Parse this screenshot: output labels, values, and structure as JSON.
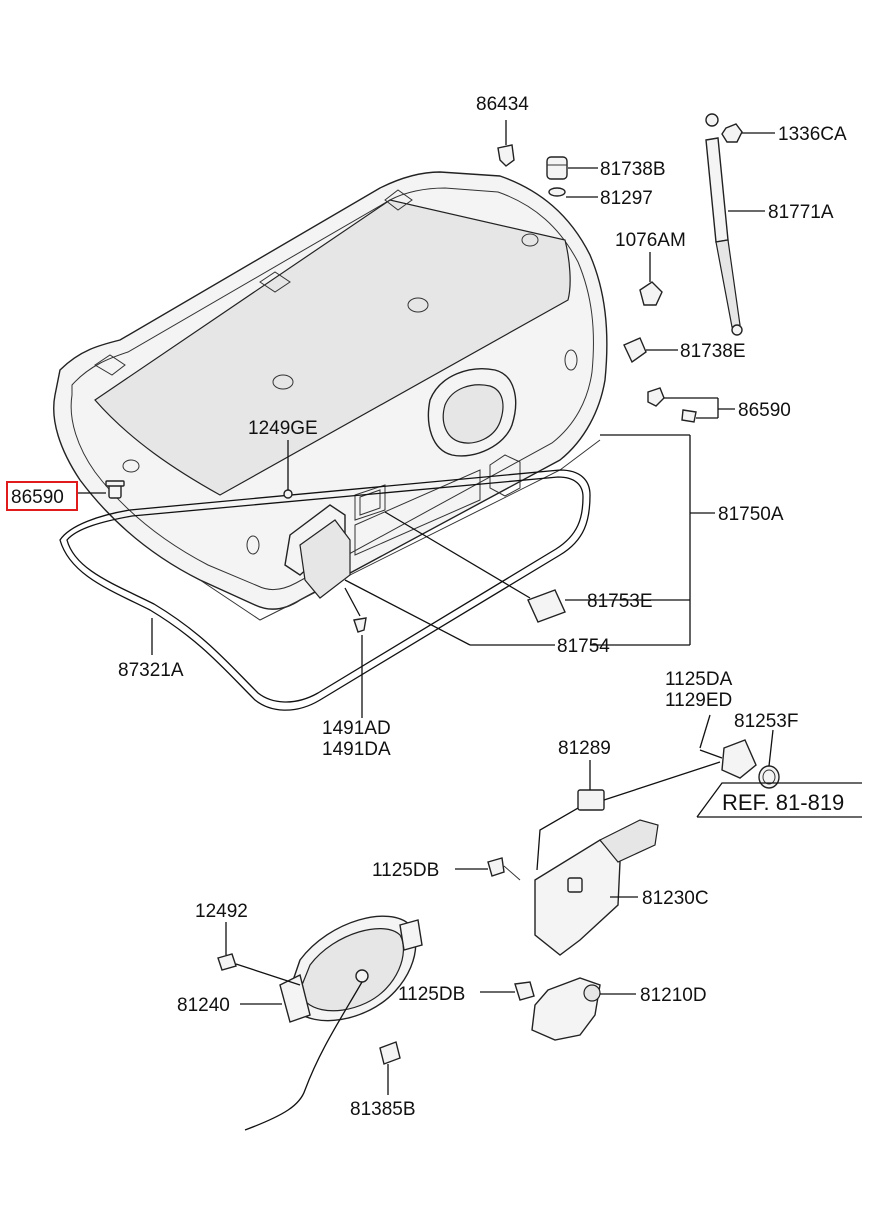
{
  "callouts": {
    "c86434": "86434",
    "c81738B": "81738B",
    "c81297": "81297",
    "c1336CA": "1336CA",
    "c81771A": "81771A",
    "c1076AM": "1076AM",
    "c81738E": "81738E",
    "c86590_right": "86590",
    "c1249GE": "1249GE",
    "c86590_left": "86590",
    "c81750A": "81750A",
    "c81753E": "81753E",
    "c81754": "81754",
    "c87321A": "87321A",
    "c1491AD": "1491AD",
    "c1491DA": "1491DA",
    "c1125DA": "1125DA",
    "c1129ED": "1129ED",
    "c81253F": "81253F",
    "c81289": "81289",
    "ref": "REF. 81-819",
    "c1125DB_upper": "1125DB",
    "c81230C": "81230C",
    "c12492": "12492",
    "c81240": "81240",
    "c1125DB_lower": "1125DB",
    "c81210D": "81210D",
    "c81385B": "81385B"
  },
  "highlight_color": "#e01b1b"
}
